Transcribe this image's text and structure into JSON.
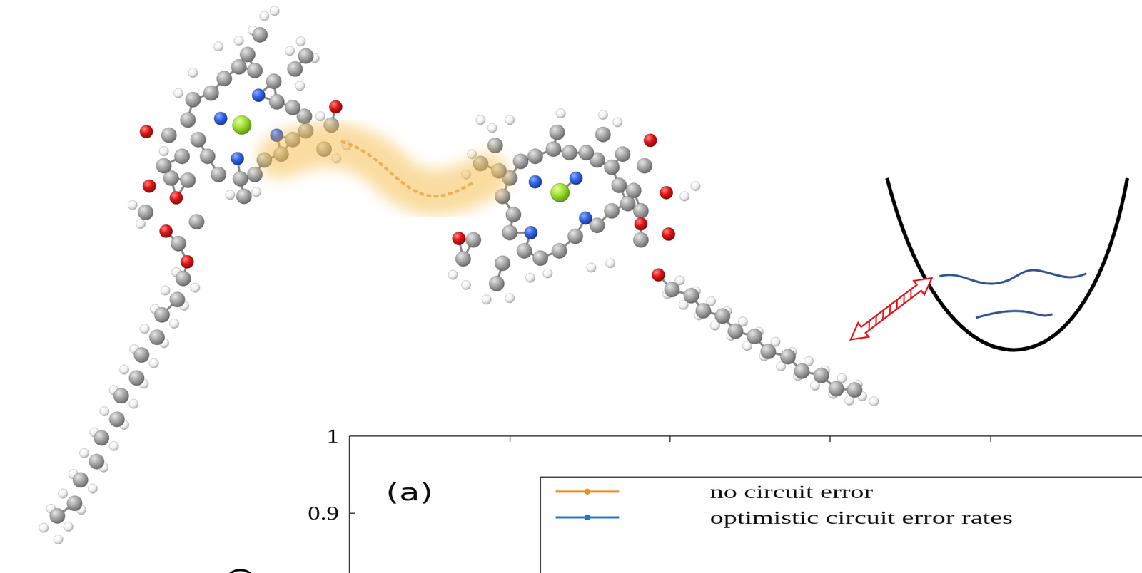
{
  "diagram": {
    "labels": [
      "(a)",
      "1",
      "0.9"
    ],
    "legend": [
      {
        "text": "no circuit error"
      },
      {
        "text": "optimistic circuit error rates"
      }
    ]
  }
}
